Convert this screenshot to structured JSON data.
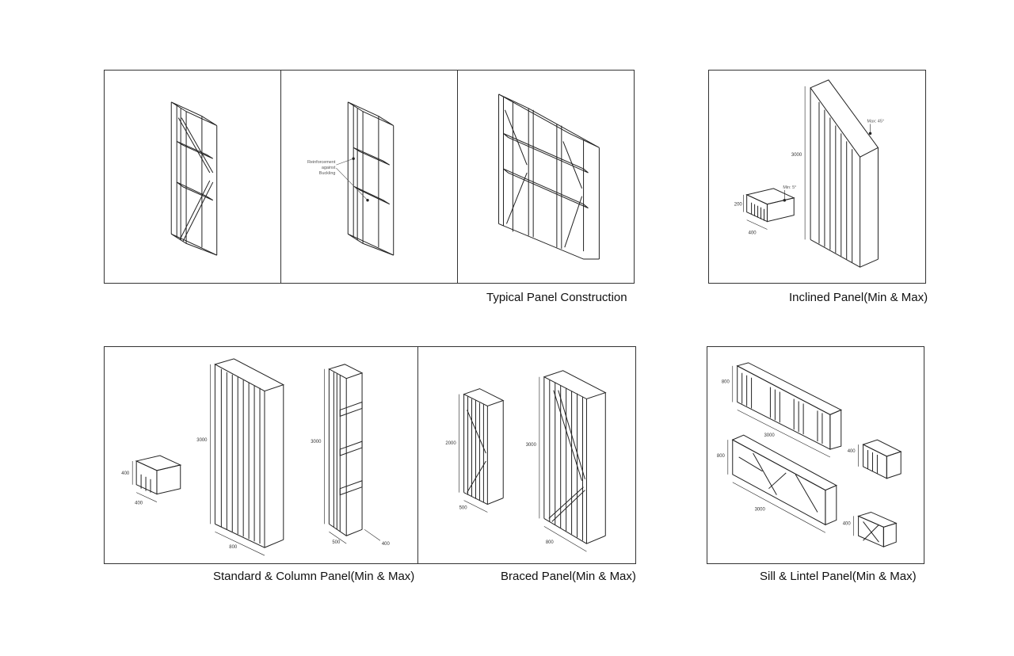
{
  "captions": {
    "typical": "Typical Panel Construction",
    "inclined": "Inclined Panel(Min & Max)",
    "standard": "Standard & Column Panel(Min & Max)",
    "braced": "Braced Panel(Min & Max)",
    "sill": "Sill & Lintel Panel(Min & Max)"
  },
  "annotations": {
    "reinforcement": [
      "Reinforcement",
      "against",
      "Buckling"
    ],
    "max_angle": "Max: 45°",
    "min_angle": "Min: 5°"
  },
  "dimensions": {
    "d3000": "3000",
    "d2000": "2000",
    "d800": "800",
    "d500": "500",
    "d400": "400",
    "d200": "200"
  }
}
